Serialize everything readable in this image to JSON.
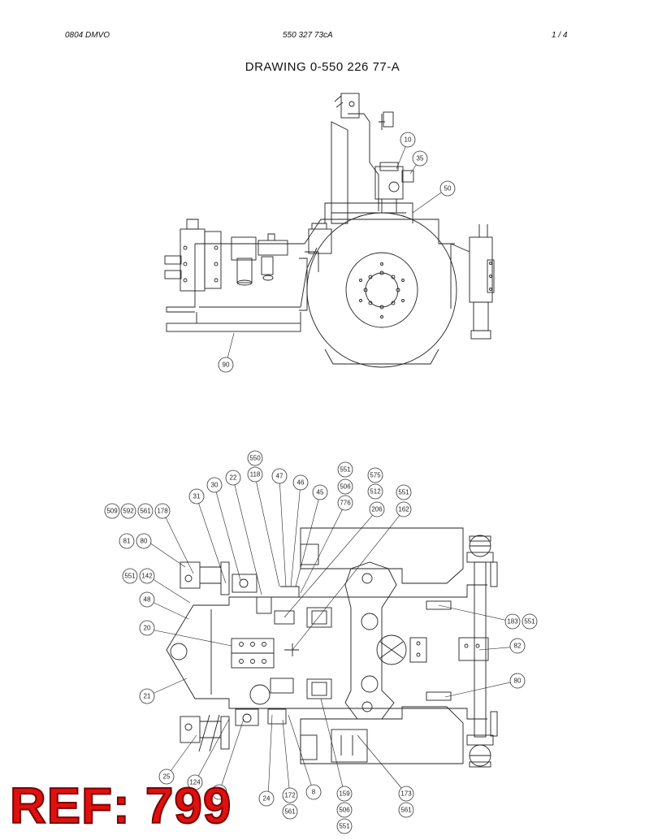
{
  "header": {
    "left": "0804 DMVO",
    "center": "550 327 73cA",
    "right": "1 /   4"
  },
  "title": "DRAWING  0-550 226 77-A",
  "top_view_callouts": [
    "10",
    "35",
    "50",
    "90"
  ],
  "bottom_view_callouts": [
    "550",
    "118",
    "47",
    "46",
    "45",
    "22",
    "30",
    "31",
    "509",
    "592",
    "561",
    "178",
    "551",
    "506",
    "776",
    "575",
    "512",
    "206",
    "551",
    "162",
    "81",
    "80",
    "551",
    "142",
    "48",
    "20",
    "21",
    "183",
    "551",
    "82",
    "80",
    "25",
    "124",
    "36",
    "24",
    "172",
    "561",
    "8",
    "159",
    "506",
    "551",
    "173",
    "561"
  ],
  "watermark": "REF: 799"
}
